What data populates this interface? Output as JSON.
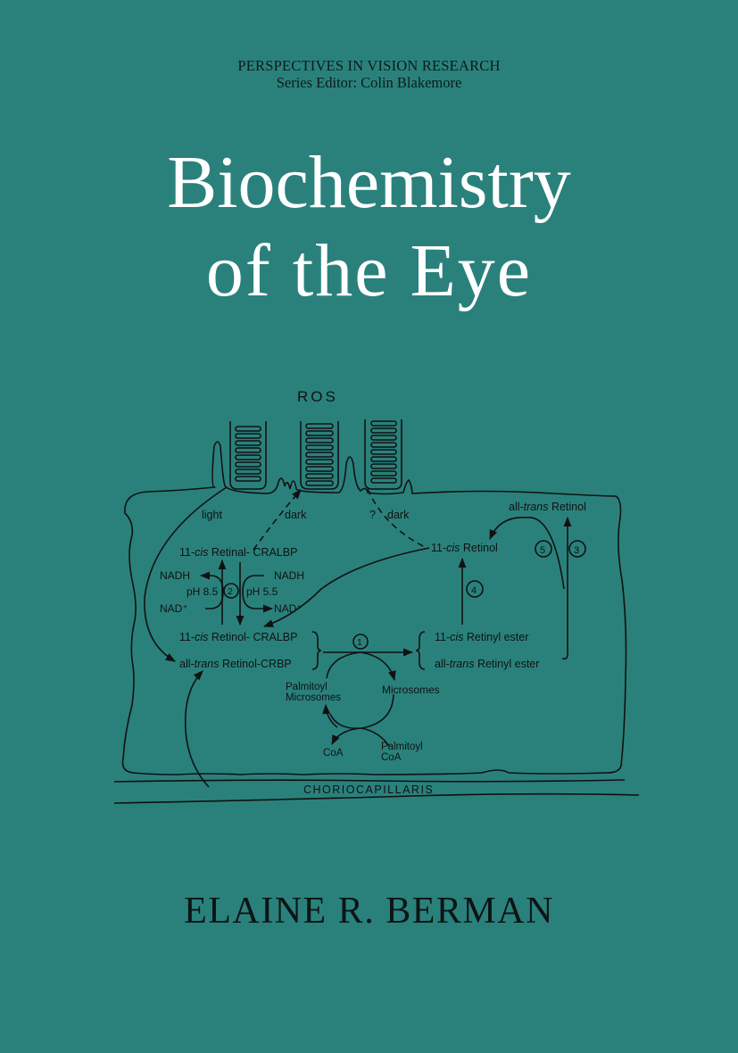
{
  "cover": {
    "series": "PERSPECTIVES IN VISION RESEARCH",
    "series_editor": "Series Editor: Colin Blakemore",
    "title_line1": "Biochemistry",
    "title_line2": "of the Eye",
    "author": "ELAINE R. BERMAN",
    "colors": {
      "background": "#2a817c",
      "title": "#ffffff",
      "text": "#111111"
    }
  },
  "diagram": {
    "ros": "ROS",
    "light": "light",
    "dark1": "dark",
    "question": "?",
    "dark2": "dark",
    "all_trans_retinol_a": "all-",
    "all_trans_retinol_b": "trans",
    "all_trans_retinol_c": " Retinol",
    "cis_retinol_a": "11-",
    "cis_retinol_b": "cis",
    "cis_retinol_c": " Retinol",
    "cis_retinal_cralbp_a": "11-",
    "cis_retinal_cralbp_b": "cis",
    "cis_retinal_cralbp_c": " Retinal- CRALBP",
    "nadh_left": "NADH",
    "nadh_right": "NADH",
    "ph_left": "pH 8.5",
    "ph_right": "pH 5.5",
    "nad_left": "NAD⁺",
    "nad_right": "NAD⁺",
    "cis_retinol_cralbp_a": "11-",
    "cis_retinol_cralbp_b": "cis",
    "cis_retinol_cralbp_c": " Retinol- CRALBP",
    "trans_retinol_crbp_a": "all-",
    "trans_retinol_crbp_b": "trans",
    "trans_retinol_crbp_c": " Retinol-CRBP",
    "cis_retinyl_ester_a": "11-",
    "cis_retinyl_ester_b": "cis",
    "cis_retinyl_ester_c": " Retinyl ester",
    "trans_retinyl_ester_a": "all-",
    "trans_retinyl_ester_b": "trans",
    "trans_retinyl_ester_c": " Retinyl ester",
    "palmitoyl_microsomes_1": "Palmitoyl",
    "palmitoyl_microsomes_2": "Microsomes",
    "microsomes": "Microsomes",
    "coa": "CoA",
    "palmitoyl_coa_1": "Palmitoyl",
    "palmitoyl_coa_2": "CoA",
    "choriocapillaris": "CHORIOCAPILLARIS",
    "steps": [
      "1",
      "2",
      "3",
      "4",
      "5"
    ]
  }
}
